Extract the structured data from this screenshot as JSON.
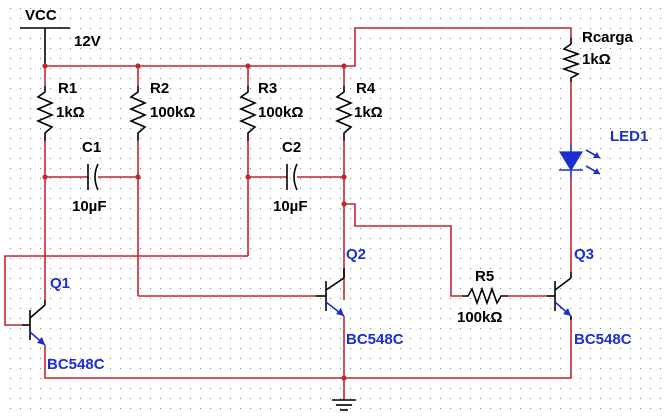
{
  "supply": {
    "name": "VCC",
    "voltage": "12V"
  },
  "resistors": {
    "r1": {
      "ref": "R1",
      "value": "1kΩ"
    },
    "r2": {
      "ref": "R2",
      "value": "100kΩ"
    },
    "r3": {
      "ref": "R3",
      "value": "100kΩ"
    },
    "r4": {
      "ref": "R4",
      "value": "1kΩ"
    },
    "r5": {
      "ref": "R5",
      "value": "100kΩ"
    },
    "rload": {
      "ref": "Rcarga",
      "value": "1kΩ"
    }
  },
  "capacitors": {
    "c1": {
      "ref": "C1",
      "value": "10µF"
    },
    "c2": {
      "ref": "C2",
      "value": "10µF"
    }
  },
  "transistors": {
    "q1": {
      "ref": "Q1",
      "model": "BC548C"
    },
    "q2": {
      "ref": "Q2",
      "model": "BC548C"
    },
    "q3": {
      "ref": "Q3",
      "model": "BC548C"
    }
  },
  "led": {
    "ref": "LED1"
  },
  "colors": {
    "wire": "#c1272d",
    "component": "#000000",
    "part_label": "#1b2fd0",
    "grid_dot": "#7a7a7a"
  }
}
